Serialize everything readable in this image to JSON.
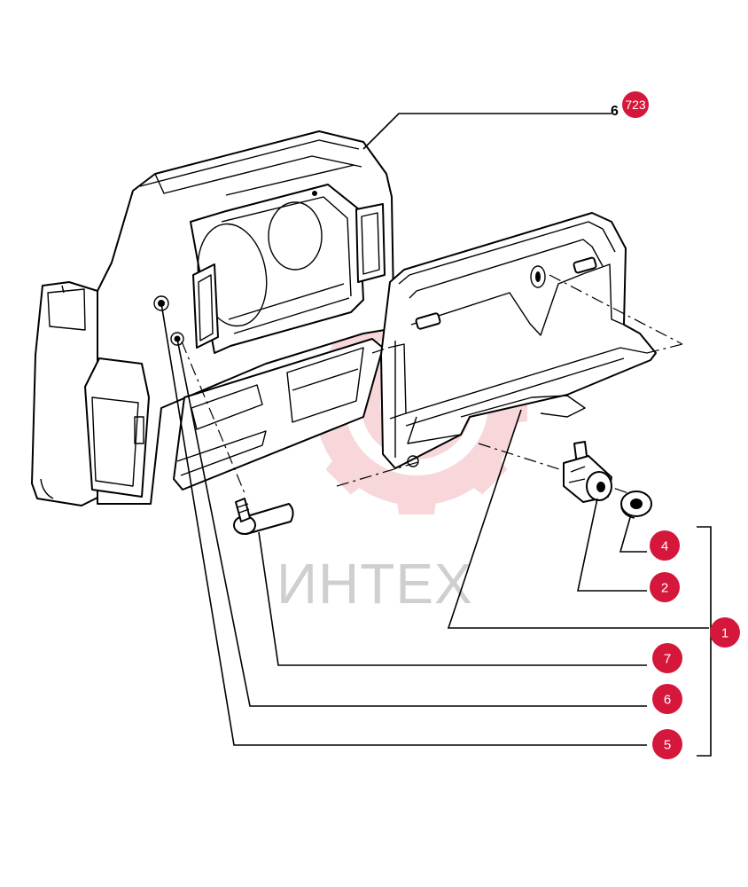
{
  "reference": {
    "prefix": "6",
    "code": "723"
  },
  "watermark": {
    "text": "ИНТЕХ"
  },
  "colors": {
    "badge": "#d4173a",
    "watermark": "#f2b8bc"
  },
  "callouts": [
    {
      "id": "callout-1",
      "label": "1"
    },
    {
      "id": "callout-2",
      "label": "2"
    },
    {
      "id": "callout-4",
      "label": "4"
    },
    {
      "id": "callout-5",
      "label": "5"
    },
    {
      "id": "callout-6",
      "label": "6"
    },
    {
      "id": "callout-7",
      "label": "7"
    }
  ]
}
